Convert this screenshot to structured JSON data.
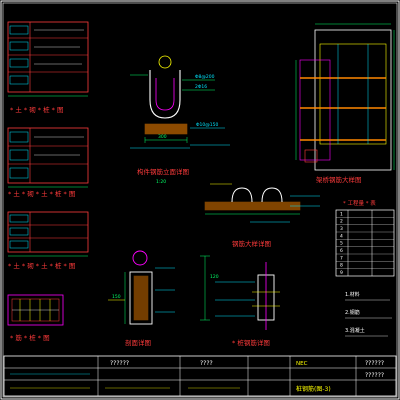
{
  "colors": {
    "background": "#000000",
    "frame": "#ffffff",
    "title": "#ff3b3b",
    "dimension": "#00ff66",
    "outline": "#ffff00",
    "detail": "#ff00ff",
    "note": "#00e5ff",
    "accent": "#ff8800"
  },
  "views": {
    "top_middle_title": "构件钢筋立面详图",
    "top_middle_scale": "1:20",
    "center_title": "钢筋大样详图",
    "right_title": "架桥钢筋大样图",
    "bottom_left_title": "剖面详图",
    "bottom_center_title": "* 桩钢筋详图",
    "left_label_1": "* 土 * 砌 * 桩 * 图",
    "left_label_2": "* 土 * 砌 * 土 * 桩 * 图",
    "left_label_3": "* 土 * 砌 * 土 * 桩 * 图",
    "left_label_4": "* 筋 * 桩 * 图"
  },
  "annotations": {
    "rebar_1": "Φ8@200",
    "rebar_2": "2Φ16",
    "rebar_3": "Φ10@150",
    "dim_1": "300",
    "dim_2": "150",
    "dim_3": "120",
    "note_1": "1.材料",
    "note_2": "2.钢筋",
    "note_3": "3.混凝土"
  },
  "table": {
    "title": "* 工程量 * 表",
    "rows": [
      "1",
      "2",
      "3",
      "4",
      "5",
      "6",
      "7",
      "8",
      "9"
    ]
  },
  "title_block": {
    "cell_1": "??????",
    "cell_2": "????",
    "cell_3": "??????",
    "cell_4": "??????",
    "drawing_name": "桩钢筋(图-3)",
    "logo": "NEC"
  }
}
